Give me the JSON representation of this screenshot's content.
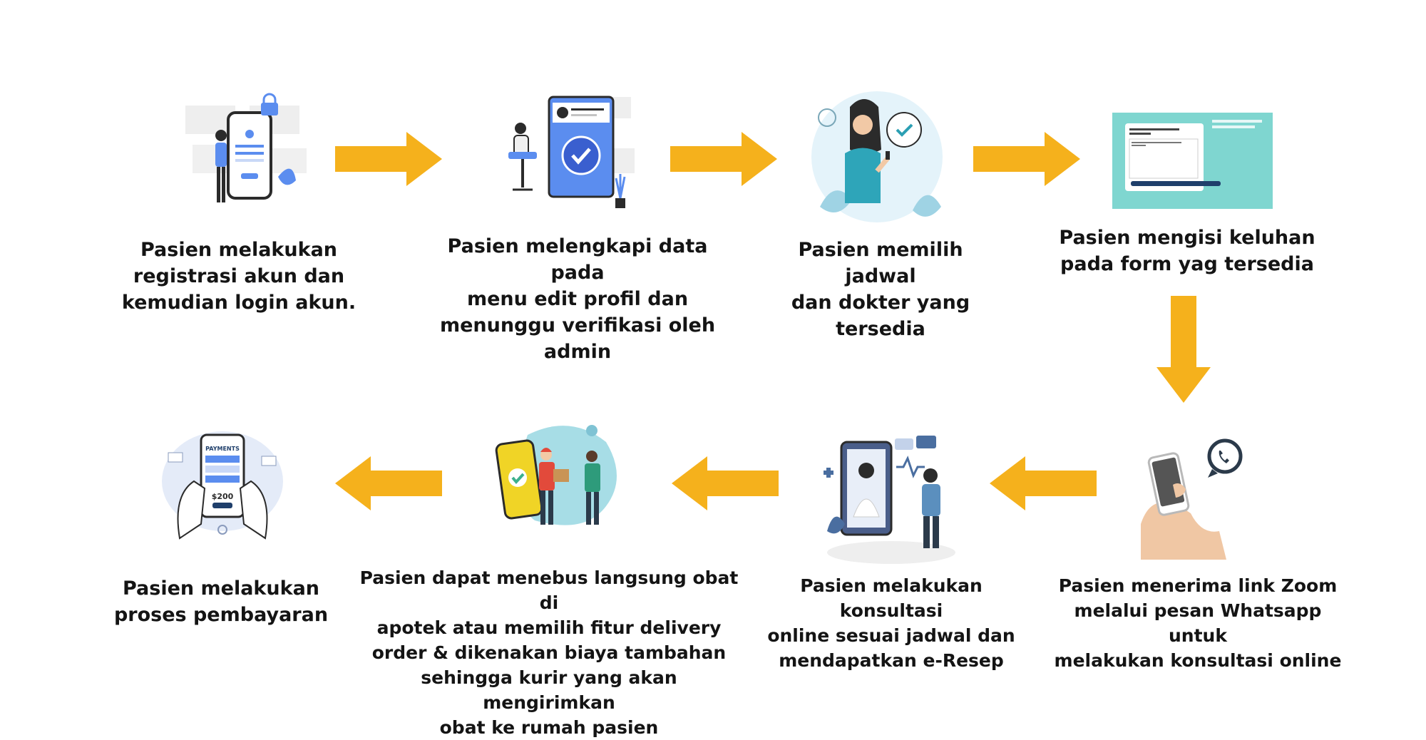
{
  "colors": {
    "arrow": "#F5B11C",
    "text": "#141414",
    "accent_blue": "#5B8DEF",
    "teal": "#7FD6D0"
  },
  "steps": [
    {
      "label": "Pasien melakukan\nregistrasi akun dan\nkemudian login akun.",
      "icon": "registration-login-illustration"
    },
    {
      "label": "Pasien melengkapi data pada\nmenu edit profil dan\nmenunggu verifikasi oleh\nadmin",
      "icon": "profile-verification-illustration"
    },
    {
      "label": "Pasien memilih jadwal\ndan dokter yang\ntersedia",
      "icon": "schedule-selection-illustration"
    },
    {
      "label": "Pasien mengisi keluhan\npada form yag tersedia",
      "icon": "complaint-form-screenshot"
    },
    {
      "label": "Pasien menerima link Zoom\nmelalui pesan Whatsapp untuk\nmelakukan konsultasi online",
      "icon": "whatsapp-phone-illustration"
    },
    {
      "label": "Pasien melakukan konsultasi\nonline sesuai jadwal dan\nmendapatkan e-Resep",
      "icon": "online-consultation-illustration"
    },
    {
      "label": "Pasien dapat menebus langsung obat di\napotek atau memilih fitur delivery\norder & dikenakan biaya tambahan\nsehingga kurir yang akan mengirimkan\nobat ke rumah pasien",
      "icon": "delivery-courier-illustration"
    },
    {
      "label": "Pasien melakukan\nproses pembayaran",
      "icon": "payment-illustration"
    }
  ],
  "illustration_text": {
    "payments_title": "PAYMENTS",
    "payment_amount": "$200"
  }
}
